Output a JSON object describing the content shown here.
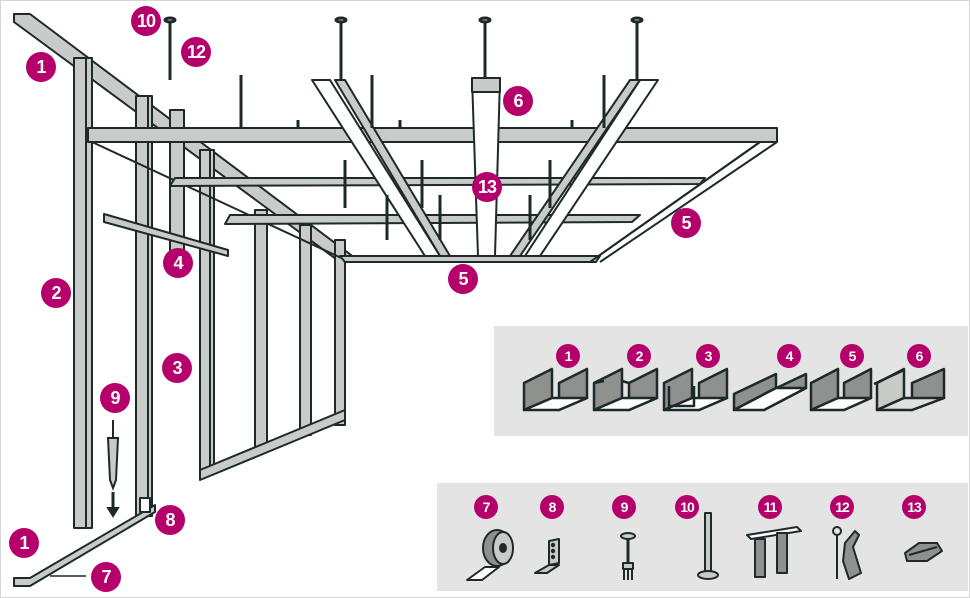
{
  "diagram": {
    "type": "drywall metal framing exploded illustration",
    "accent_color": "#b5006b",
    "metal_fill": "#c8cbc8",
    "outline_color": "#1e2a2a",
    "panel_color": "#e4e4e4"
  },
  "callouts": {
    "c1_top": "1",
    "c10": "10",
    "c12": "12",
    "c6": "6",
    "c13": "13",
    "c5_right": "5",
    "c5_bottom": "5",
    "c4": "4",
    "c2": "2",
    "c3": "3",
    "c9": "9",
    "c8": "8",
    "c1_bottom": "1",
    "c7": "7"
  },
  "profiles_legend": {
    "items": [
      {
        "number": "1",
        "icon": "u-track-profile-icon"
      },
      {
        "number": "2",
        "icon": "c-stud-profile-icon"
      },
      {
        "number": "3",
        "icon": "reinforced-stud-profile-icon"
      },
      {
        "number": "4",
        "icon": "wide-channel-profile-icon"
      },
      {
        "number": "5",
        "icon": "ceiling-track-profile-icon"
      },
      {
        "number": "6",
        "icon": "ceiling-channel-profile-icon"
      }
    ]
  },
  "accessories_legend": {
    "items": [
      {
        "number": "7",
        "icon": "sealing-tape-icon"
      },
      {
        "number": "8",
        "icon": "angle-bracket-icon"
      },
      {
        "number": "9",
        "icon": "nail-anchor-icon"
      },
      {
        "number": "10",
        "icon": "ceiling-anchor-icon"
      },
      {
        "number": "11",
        "icon": "direct-hanger-icon"
      },
      {
        "number": "12",
        "icon": "wire-hanger-icon"
      },
      {
        "number": "13",
        "icon": "cross-connector-icon"
      }
    ]
  }
}
